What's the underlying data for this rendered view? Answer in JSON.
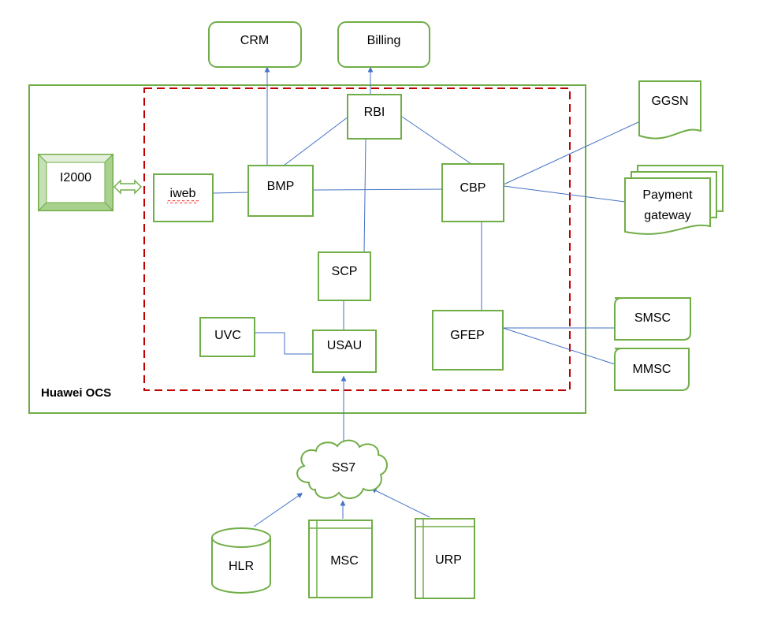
{
  "diagram": {
    "container_label": "Huawei OCS",
    "nodes": {
      "crm": "CRM",
      "billing": "Billing",
      "rbi": "RBI",
      "ggsn": "GGSN",
      "i2000": "I2000",
      "iweb": "iweb",
      "bmp": "BMP",
      "cbp": "CBP",
      "payment_gateway_line1": "Payment",
      "payment_gateway_line2": "gateway",
      "scp": "SCP",
      "uvc": "UVC",
      "usau": "USAU",
      "gfep": "GFEP",
      "smsc": "SMSC",
      "mmsc": "MMSC",
      "ss7": "SS7",
      "hlr": "HLR",
      "msc": "MSC",
      "urp": "URP"
    },
    "colors": {
      "node_stroke": "#70ad47",
      "link": "#4472c4",
      "boundary": "#ff0000",
      "dashed_boundary": "#c00000"
    }
  }
}
